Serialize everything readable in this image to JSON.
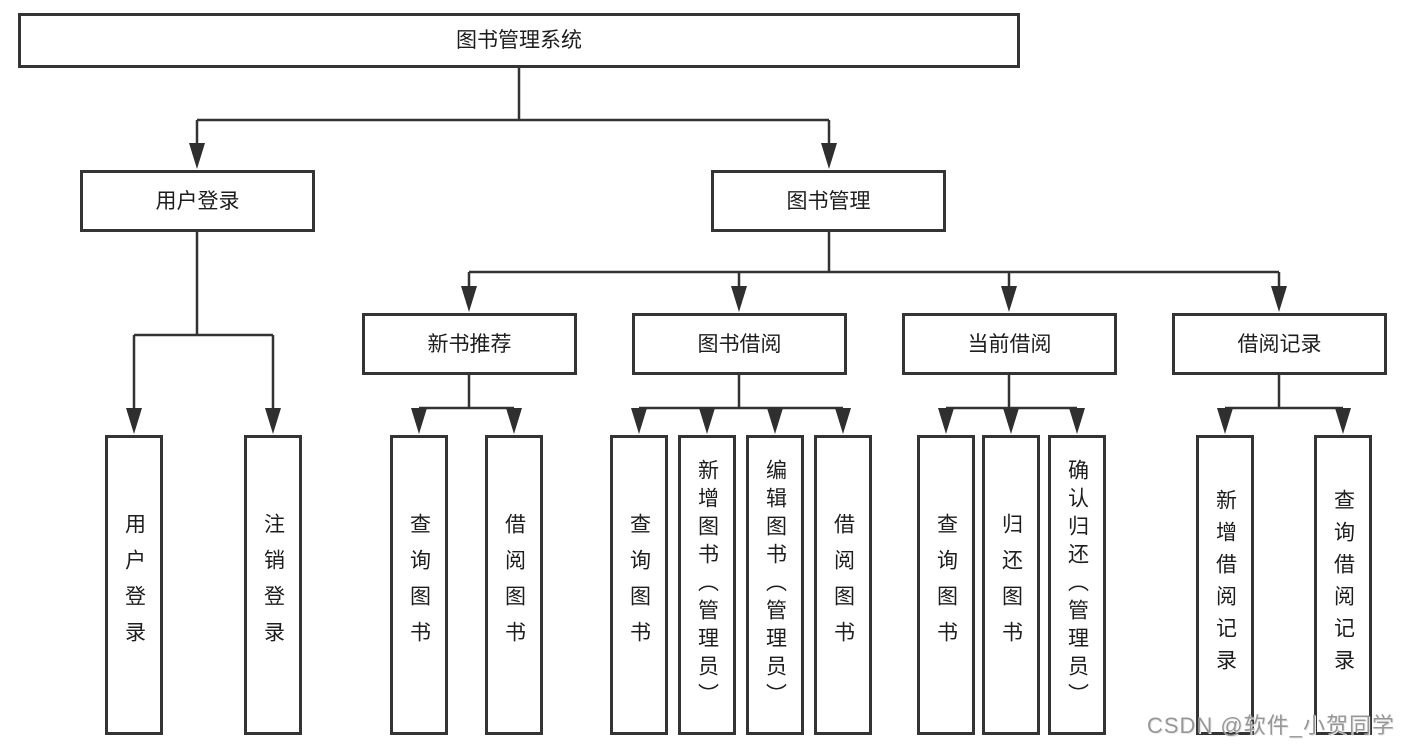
{
  "colors": {
    "line": "#333333",
    "box_border": "#343434",
    "text": "#1d1d1d",
    "background": "#ffffff",
    "watermark": "#979797"
  },
  "watermark": {
    "text": "CSDN @软件_小贺同学"
  },
  "tree": {
    "root": {
      "label": "图书管理系统",
      "children": [
        {
          "label": "用户登录",
          "children": [
            {
              "label": "用户登录"
            },
            {
              "label": "注销登录"
            }
          ]
        },
        {
          "label": "图书管理",
          "children": [
            {
              "label": "新书推荐",
              "children": [
                {
                  "label": "查询图书"
                },
                {
                  "label": "借阅图书"
                }
              ]
            },
            {
              "label": "图书借阅",
              "children": [
                {
                  "label": "查询图书"
                },
                {
                  "label": "新增图书（管理员）"
                },
                {
                  "label": "编辑图书（管理员）"
                },
                {
                  "label": "借阅图书"
                }
              ]
            },
            {
              "label": "当前借阅",
              "children": [
                {
                  "label": "查询图书"
                },
                {
                  "label": "归还图书"
                },
                {
                  "label": "确认归还（管理员）"
                }
              ]
            },
            {
              "label": "借阅记录",
              "children": [
                {
                  "label": "新增借阅记录"
                },
                {
                  "label": "查询借阅记录"
                }
              ]
            }
          ]
        }
      ]
    }
  }
}
